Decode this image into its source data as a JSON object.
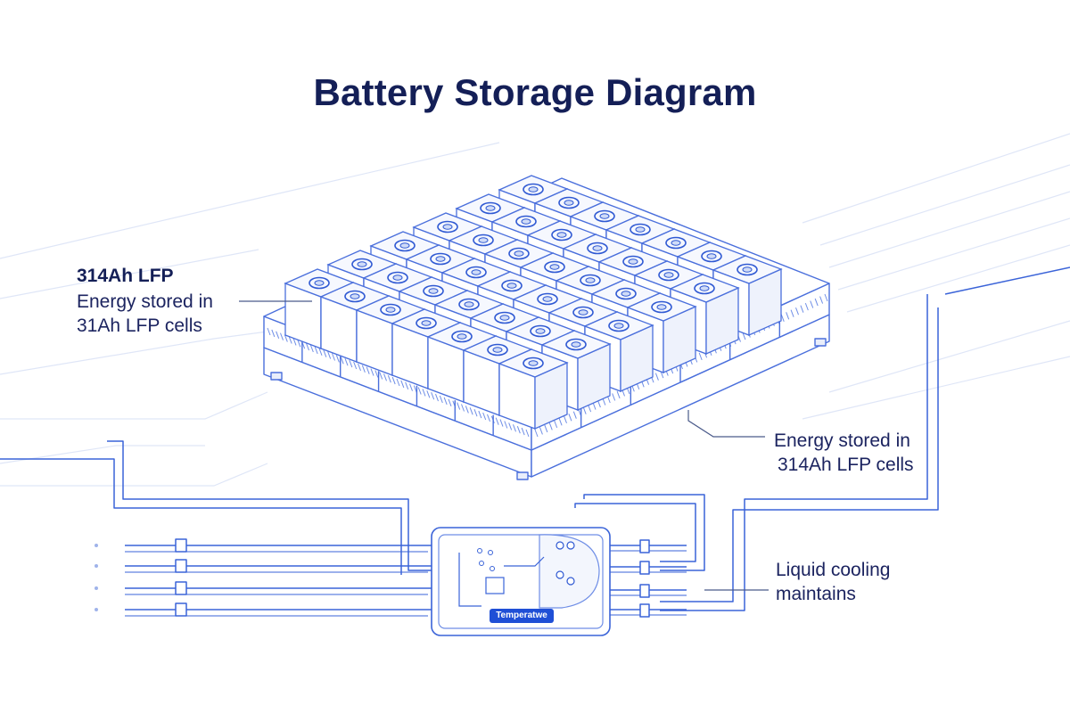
{
  "title": "Battery Storage Diagram",
  "labels": {
    "left": {
      "heading": "314Ah LFP",
      "line1": "Energy stored in",
      "line2": "31Ah LFP cells"
    },
    "middle": {
      "line1": "Energy stored in",
      "line2": "314Ah LFP cells"
    },
    "right": {
      "line1": "Liquid cooling",
      "line2": "maintains"
    }
  },
  "controller": {
    "badge": "Temperatwe"
  },
  "colors": {
    "title": "#141f57",
    "text": "#1c2460",
    "line": "#3a63d8",
    "light_line": "#c9d5f3",
    "accent": "#1f4fd6"
  },
  "icons": [
    "battery-cell-icon",
    "controller-chip-icon",
    "connector-icon"
  ]
}
